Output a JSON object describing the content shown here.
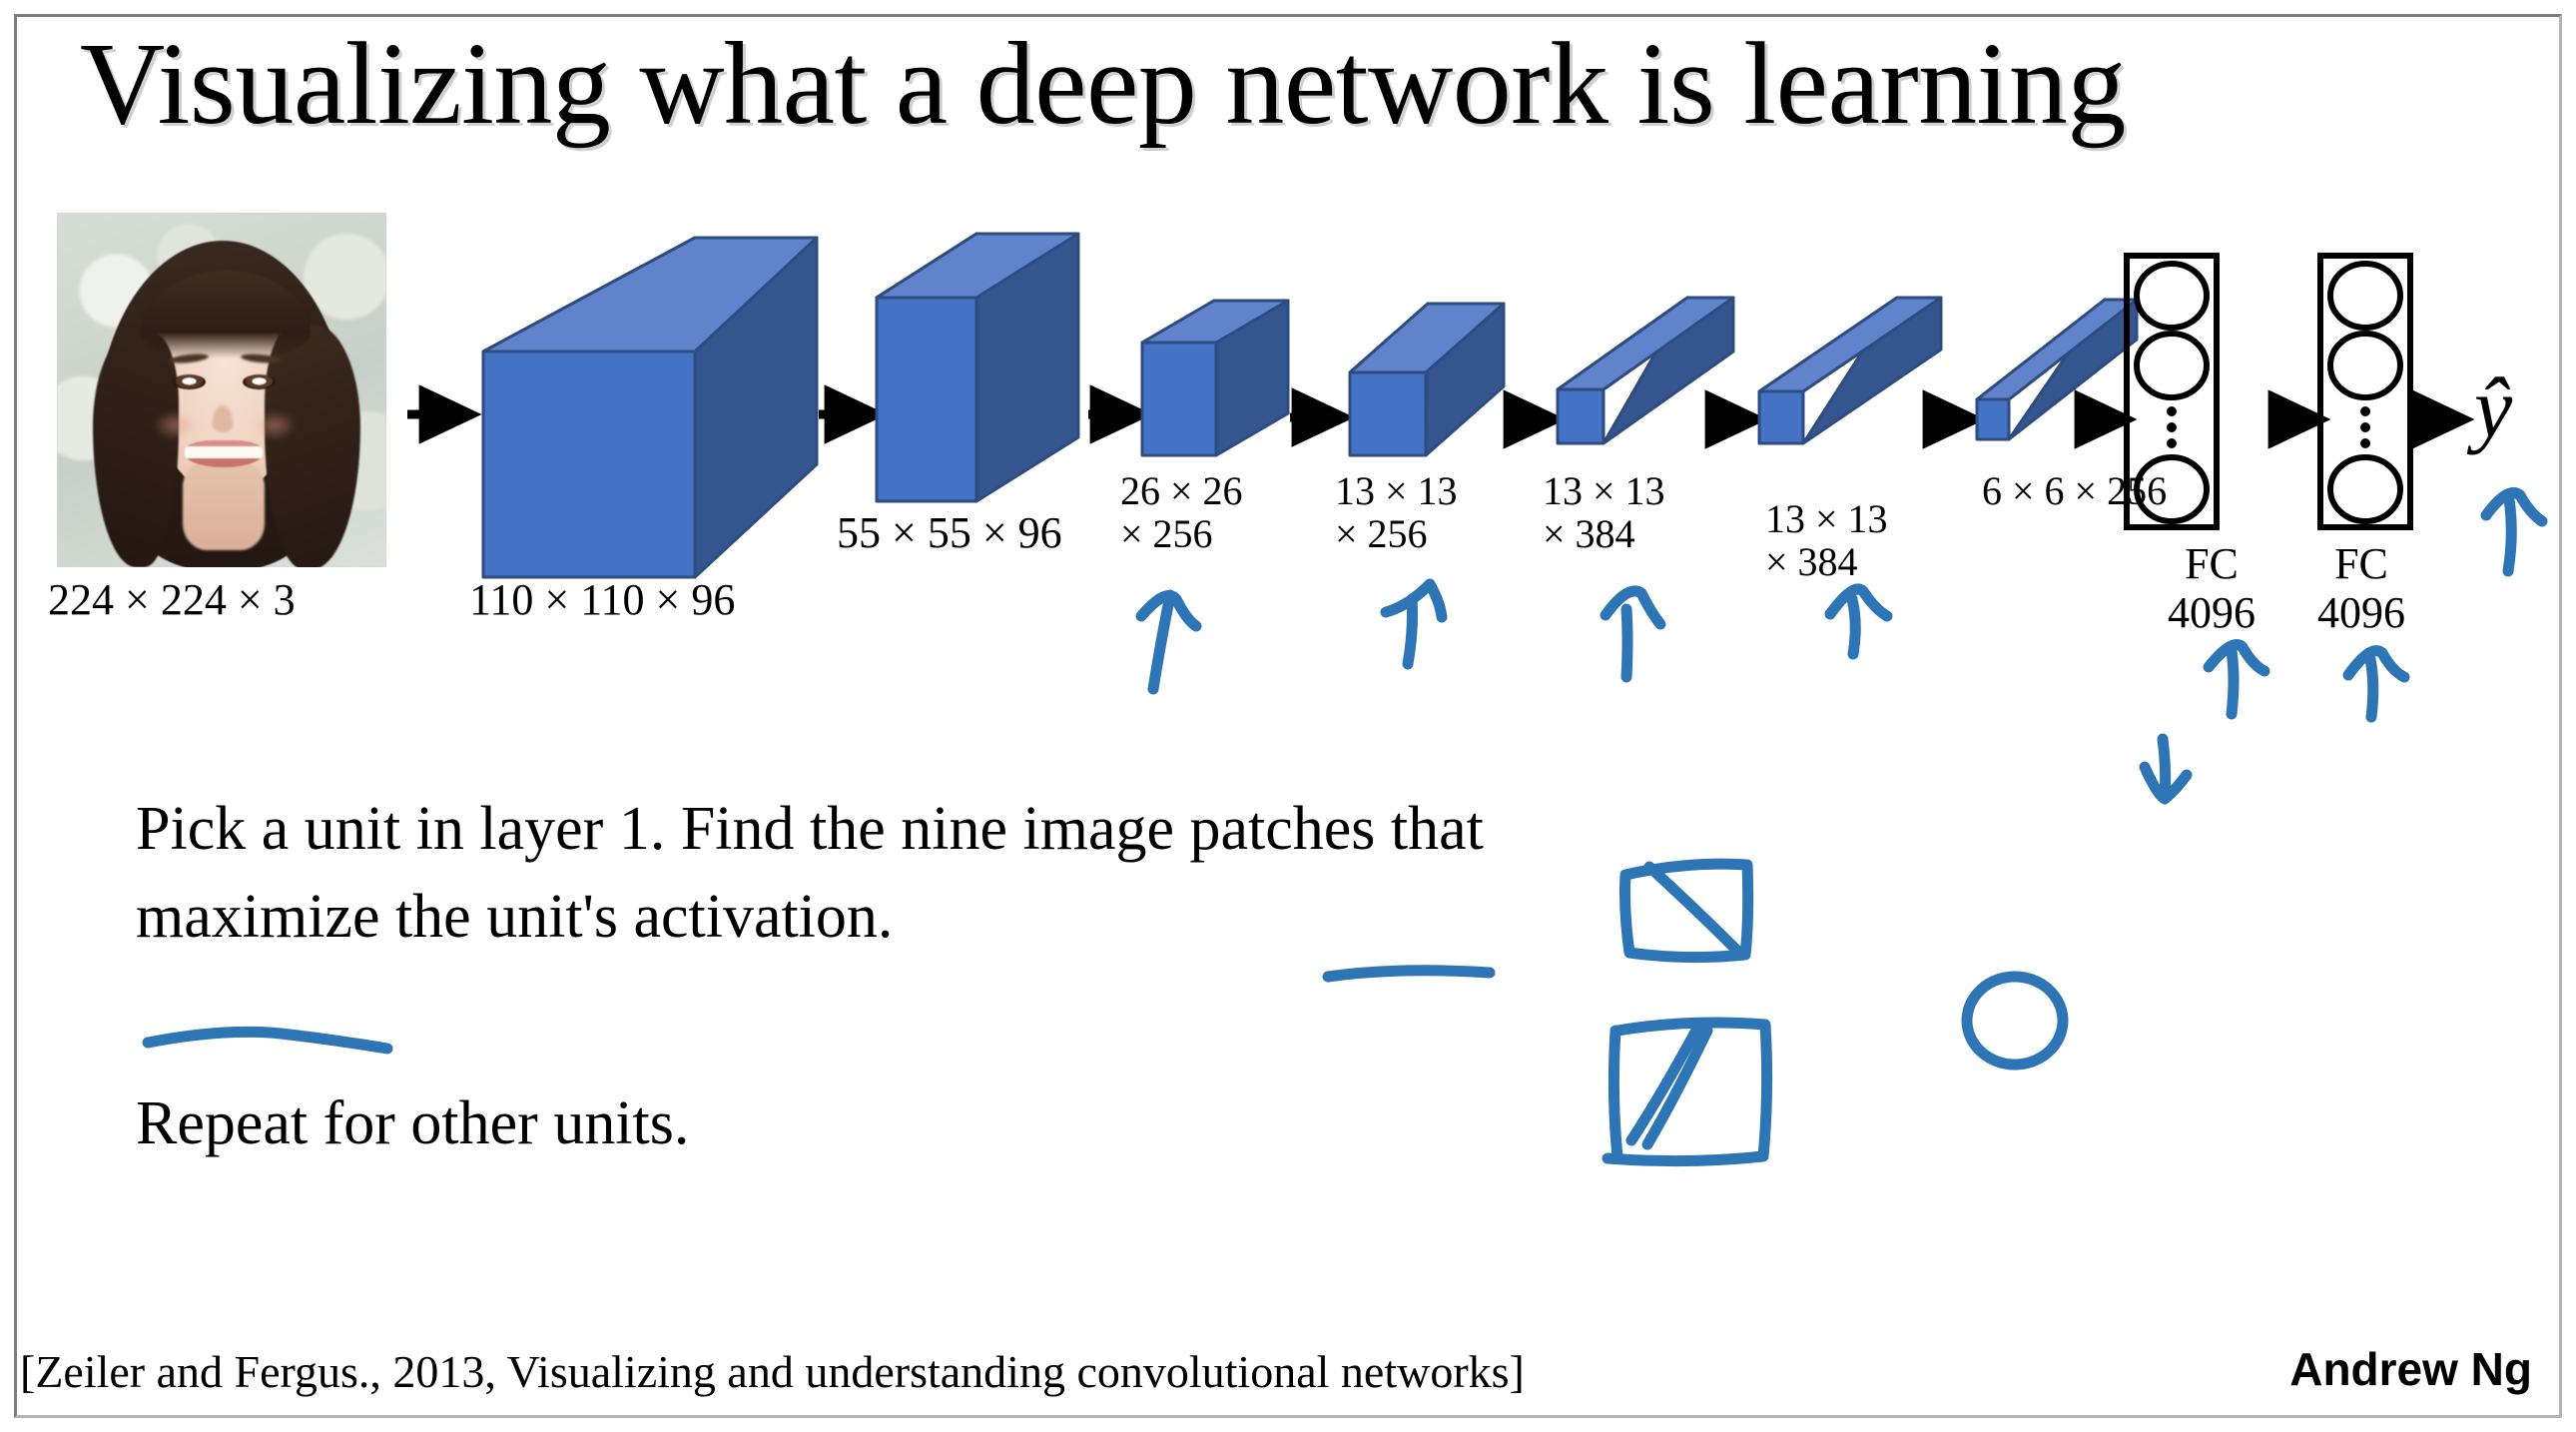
{
  "slide": {
    "title": "Visualizing what a deep network is learning",
    "background_color": "#ffffff",
    "border_color": "#9a9a9a"
  },
  "colors": {
    "box_front": "#4472C4",
    "box_top": "#6083CB",
    "box_side": "#35558F",
    "box_outline": "#2E4C80",
    "annotation_blue": "#2E75B6",
    "arrow_black": "#000000",
    "text": "#000000"
  },
  "network": {
    "input": {
      "name": "input-image",
      "label": "224 × 224 × 3"
    },
    "layers": [
      {
        "name": "conv1",
        "label": "110 × 110 × 96",
        "label_lines": [
          "110 × 110 × 96"
        ]
      },
      {
        "name": "pool1",
        "label": "55 × 55 × 96",
        "label_lines": [
          "55 × 55 × 96"
        ]
      },
      {
        "name": "conv2",
        "label": "26 × 26 × 256",
        "label_lines": [
          "26 × 26",
          "× 256"
        ]
      },
      {
        "name": "pool2",
        "label": "13 × 13 × 256",
        "label_lines": [
          "13 × 13",
          "× 256"
        ]
      },
      {
        "name": "conv3",
        "label": "13 × 13 × 384",
        "label_lines": [
          "13 × 13",
          "× 384"
        ]
      },
      {
        "name": "conv4",
        "label": "13 × 13 × 384",
        "label_lines": [
          "13 × 13",
          "× 384"
        ]
      },
      {
        "name": "conv5",
        "label": "6 × 6 × 256",
        "label_lines": [
          "6 × 6 × 256"
        ]
      }
    ],
    "fc_layers": [
      {
        "name": "fc1",
        "line1": "FC",
        "line2": "4096"
      },
      {
        "name": "fc2",
        "line1": "FC",
        "line2": "4096"
      }
    ],
    "output": "ŷ"
  },
  "body": {
    "paragraph1": "Pick a unit in layer 1. Find the nine image patches that maximize the unit's activation.",
    "paragraph2": "Repeat for other units."
  },
  "footer": {
    "citation": "[Zeiler and Fergus., 2013, Visualizing and understanding convolutional networks]",
    "author": "Andrew Ng"
  },
  "annotations": {
    "up_arrow_count": 7,
    "down_arrow_count": 1,
    "squares_count": 2,
    "circle_count": 1,
    "underlines": [
      "unit's",
      "activation."
    ]
  }
}
